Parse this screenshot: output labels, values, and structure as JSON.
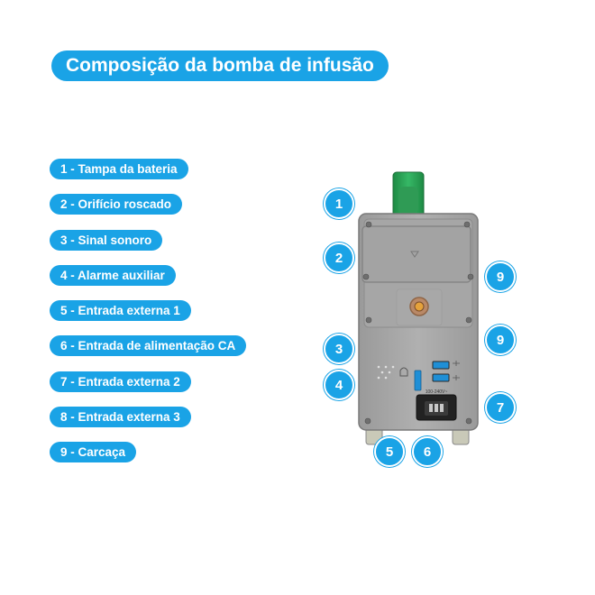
{
  "title": "Composição da bomba de infusão",
  "legend": [
    "1 - Tampa da bateria",
    "2 - Orifício roscado",
    "3 - Sinal sonoro",
    "4 - Alarme auxiliar",
    "5 - Entrada externa 1",
    "6 - Entrada de alimentação CA",
    "7 - Entrada externa 2",
    "8 - Entrada externa 3",
    "9 - Carcaça"
  ],
  "callouts": [
    "1",
    "2",
    "3",
    "4",
    "5",
    "6",
    "7",
    "9",
    "9"
  ],
  "device": {
    "power_rating": "100-240V~",
    "colors": {
      "accent": "#1aa3e6",
      "housing": "#a9a9a9",
      "handle": "#2aa356",
      "port": "#1f8fd6"
    }
  }
}
